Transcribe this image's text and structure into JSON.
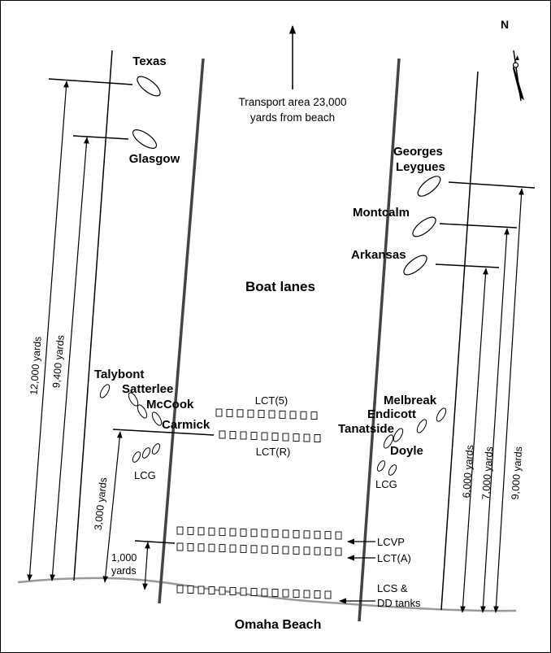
{
  "north_label": "N",
  "transport_note": [
    "Transport area 23,000",
    "yards from beach"
  ],
  "boat_lanes_label": "Boat lanes",
  "beach_label": "Omaha Beach",
  "ships_west": {
    "texas": "Texas",
    "glasgow": "Glasgow",
    "talybont": "Talybont",
    "satterlee": "Satterlee",
    "mccook": "McCook",
    "carmick": "Carmick"
  },
  "ships_east": {
    "georges_leygues": [
      "Georges",
      "Leygues"
    ],
    "montcalm": "Montcalm",
    "arkansas": "Arkansas",
    "melbreak": "Melbreak",
    "endicott": "Endicott",
    "tanatside": "Tanatside",
    "doyle": "Doyle"
  },
  "craft": {
    "lct5": "LCT(5)",
    "lctr": "LCT(R)",
    "lcg_west": "LCG",
    "lcg_east": "LCG",
    "lcvp": "LCVP",
    "lcta": "LCT(A)",
    "lcs_dd": [
      "LCS &",
      "DD tanks"
    ]
  },
  "distances_west": {
    "d12000": "12,000 yards",
    "d9400": "9,400 yards",
    "d3000": "3,000 yards",
    "d1000": [
      "1,000",
      "yards"
    ]
  },
  "distances_east": {
    "d6000": "6,000 yards",
    "d7000": "7,000 yards",
    "d9000": "9,000 yards"
  }
}
